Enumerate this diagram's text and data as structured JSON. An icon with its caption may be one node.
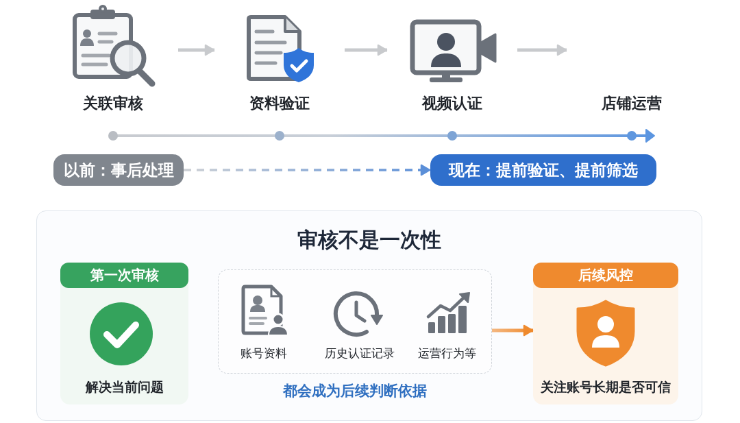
{
  "diagram": {
    "nodes": [
      {
        "text": [
          "关联审核"
        ]
      },
      {
        "text": [
          "资料验证"
        ]
      },
      {
        "text": [
          "视频认证"
        ]
      },
      {
        "text": [
          "店铺运营"
        ]
      },
      {
        "text": [
          "以前：事后处理"
        ]
      },
      {
        "text": [
          "现在：提前验证、提前筛选"
        ]
      },
      {
        "text": [
          "审核不是一次性"
        ]
      },
      {
        "text": [
          "第一次审核",
          "解决当前问题"
        ],
        "in": 6
      },
      {
        "text": [],
        "shape": "box",
        "in": 6,
        "beside": [
          "都会成为后续判断依据"
        ]
      },
      {
        "text": [
          "账号资料"
        ],
        "in": 8
      },
      {
        "text": [
          "历史认证记录"
        ],
        "in": 8
      },
      {
        "text": [
          "运营行为等"
        ],
        "in": 8
      },
      {
        "text": [
          "后续风控",
          "关注账号长期是否可信"
        ],
        "in": 6
      }
    ],
    "edges": [
      {
        "from": 0,
        "to": 1,
        "arrow": "to"
      },
      {
        "from": 1,
        "to": 2,
        "arrow": "to"
      },
      {
        "from": 2,
        "to": 3,
        "arrow": "to"
      },
      {
        "from": 4,
        "to": 5,
        "arrow": "to",
        "style": "dashed",
        "color": "#5b8fd8"
      },
      {
        "from": 8,
        "to": 12,
        "arrow": "to",
        "color": "#ef8a2e"
      }
    ]
  }
}
